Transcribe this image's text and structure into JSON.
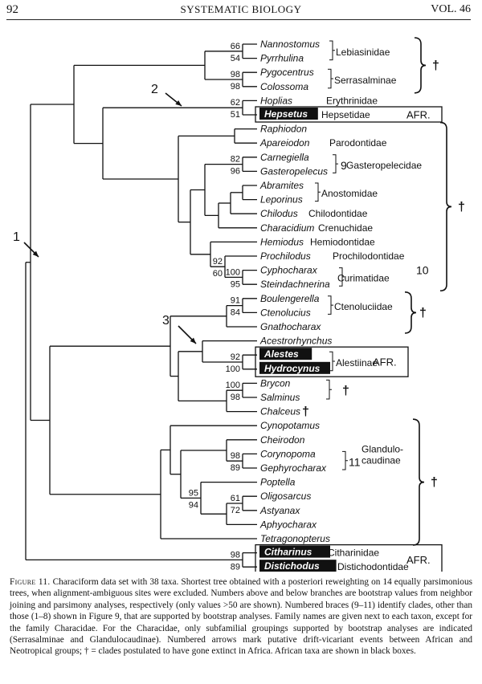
{
  "header": {
    "page_number": "92",
    "journal": "SYSTEMATIC BIOLOGY",
    "volume": "VOL. 46"
  },
  "caption": {
    "figure_label": "Figure 11.",
    "text": "Characiform data set with 38 taxa. Shortest tree obtained with a posteriori reweighting on 14 equally parsimonious trees, when alignment-ambiguous sites were excluded. Numbers above and below branches are bootstrap values from neighbor joining and parsimony analyses, respectively (only values >50 are shown). Numbered braces (9–11) identify clades, other than those (1–8) shown in Figure 9, that are supported by bootstrap analyses. Family names are given next to each taxon, except for the family Characidae. For the Characidae, only subfamilial groupings supported by bootstrap analyses are indicated (Serrasalminae and Glandulocaudinae). Numbered arrows mark putative drift-vicariant events between African and Neotropical groups; † = clades postulated to have gone extinct in Africa. African taxa are shown in black boxes."
  },
  "tree": {
    "taxa": [
      {
        "name": "Nannostomus",
        "african": false
      },
      {
        "name": "Pyrrhulina",
        "african": false
      },
      {
        "name": "Pygocentrus",
        "african": false
      },
      {
        "name": "Colossoma",
        "african": false
      },
      {
        "name": "Hoplias",
        "african": false
      },
      {
        "name": "Hepsetus",
        "african": true
      },
      {
        "name": "Raphiodon",
        "african": false
      },
      {
        "name": "Apareiodon",
        "african": false
      },
      {
        "name": "Carnegiella",
        "african": false
      },
      {
        "name": "Gasteropelecus",
        "african": false
      },
      {
        "name": "Abramites",
        "african": false
      },
      {
        "name": "Leporinus",
        "african": false
      },
      {
        "name": "Chilodus",
        "african": false
      },
      {
        "name": "Characidium",
        "african": false
      },
      {
        "name": "Hemiodus",
        "african": false
      },
      {
        "name": "Prochilodus",
        "african": false
      },
      {
        "name": "Cyphocharax",
        "african": false
      },
      {
        "name": "Steindachnerina",
        "african": false
      },
      {
        "name": "Boulengerella",
        "african": false
      },
      {
        "name": "Ctenolucius",
        "african": false
      },
      {
        "name": "Gnathocharax",
        "african": false
      },
      {
        "name": "Acestrorhynchus",
        "african": false
      },
      {
        "name": "Alestes",
        "african": true
      },
      {
        "name": "Hydrocynus",
        "african": true
      },
      {
        "name": "Brycon",
        "african": false
      },
      {
        "name": "Salminus",
        "african": false
      },
      {
        "name": "Chalceus",
        "african": false
      },
      {
        "name": "Cynopotamus",
        "african": false
      },
      {
        "name": "Cheirodon",
        "african": false
      },
      {
        "name": "Corynopoma",
        "african": false
      },
      {
        "name": "Gephyrocharax",
        "african": false
      },
      {
        "name": "Poptella",
        "african": false
      },
      {
        "name": "Oligosarcus",
        "african": false
      },
      {
        "name": "Astyanax",
        "african": false
      },
      {
        "name": "Aphyocharax",
        "african": false
      },
      {
        "name": "Tetragonopterus",
        "african": false
      },
      {
        "name": "Citharinus",
        "african": true
      },
      {
        "name": "Distichodus",
        "african": true
      }
    ],
    "family_labels": [
      "Lebiasinidae",
      "Serrasalminae",
      "Erythrinidae",
      "Hepsetidae",
      "Parodontidae",
      "Gasteropelecidae",
      "Anostomidae",
      "Chilodontidae",
      "Crenuchidae",
      "Hemiodontidae",
      "Prochilodontidae",
      "Curimatidae",
      "Ctenoluciidae",
      "Alestiinae",
      "Glandulo-",
      "caudinae",
      "Citharinidae",
      "Distichodontidae"
    ],
    "clade_numbers": [
      "9",
      "10",
      "11"
    ],
    "afr_label": "AFR.",
    "dagger": "†",
    "arrow_labels": [
      "1",
      "2",
      "3"
    ],
    "bootstrap": {
      "nanno_pyrr": [
        "66",
        "54"
      ],
      "pygo_colo": [
        "98",
        "98"
      ],
      "hopl_heps": [
        "62",
        "51"
      ],
      "carn_gast": [
        "82",
        "96"
      ],
      "proch_clade": [
        "92",
        "60"
      ],
      "cypho_stein": [
        "100",
        "95"
      ],
      "boul_cten": [
        "91",
        "84"
      ],
      "alest_hydro": [
        "92",
        "100"
      ],
      "bryc_salm": [
        "100",
        "98"
      ],
      "cory_geph": [
        "98",
        "89"
      ],
      "popt_clade": [
        "95",
        "94"
      ],
      "olig_asty": [
        "61",
        "72"
      ],
      "cith_dist": [
        "98",
        "89"
      ]
    }
  }
}
